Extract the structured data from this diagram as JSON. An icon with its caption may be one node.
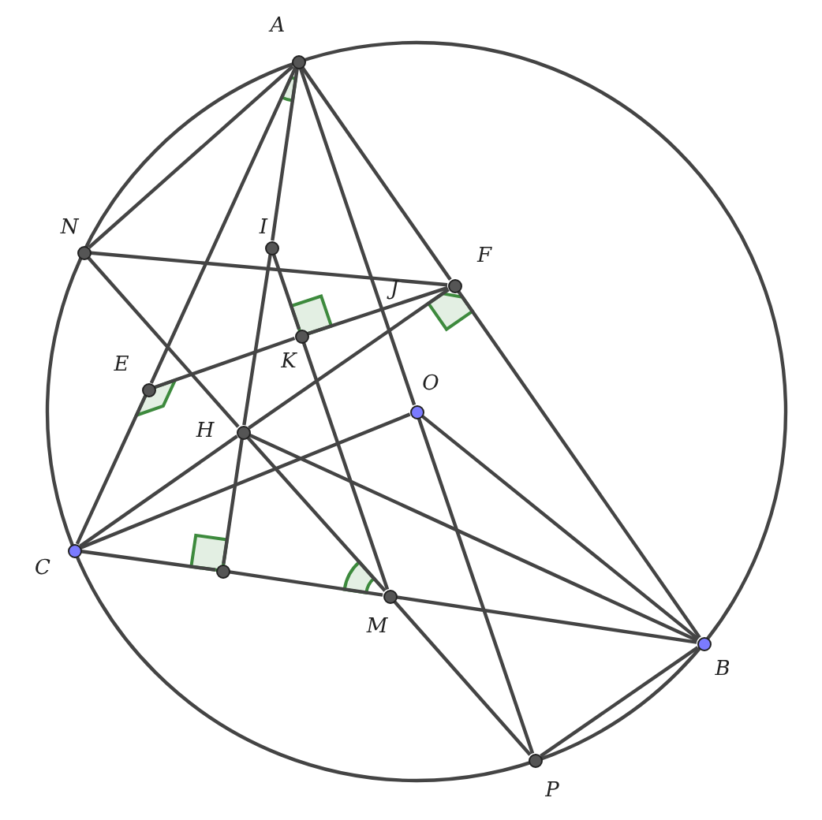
{
  "diagram": {
    "nodes": [
      {
        "text": [],
        "shape": "circle",
        "beside": [
          "A"
        ]
      },
      {
        "text": [],
        "shape": "circle",
        "beside": [
          "N"
        ]
      },
      {
        "text": [],
        "shape": "circle",
        "beside": [
          "I"
        ]
      },
      {
        "text": [],
        "shape": "circle",
        "beside": [
          "F"
        ]
      },
      {
        "text": [],
        "shape": "circle",
        "beside": [
          "E"
        ]
      },
      {
        "text": [],
        "shape": "circle",
        "beside": [
          "K"
        ]
      },
      {
        "text": [],
        "shape": "circle",
        "beside": [
          "O"
        ]
      },
      {
        "text": [],
        "shape": "circle",
        "beside": [
          "H"
        ]
      },
      {
        "text": [],
        "shape": "circle",
        "beside": [
          "C"
        ]
      },
      {
        "text": [],
        "shape": "circle"
      },
      {
        "text": [],
        "shape": "circle",
        "beside": [
          "M"
        ]
      },
      {
        "text": [],
        "shape": "circle",
        "beside": [
          "B"
        ]
      },
      {
        "text": [],
        "shape": "circle",
        "beside": [
          "P"
        ]
      }
    ],
    "edges": [
      {
        "from": 0,
        "to": 1,
        "arrow": "none"
      },
      {
        "from": 0,
        "to": 4,
        "arrow": "none"
      },
      {
        "from": 4,
        "to": 8,
        "arrow": "none"
      },
      {
        "from": 0,
        "to": 2,
        "arrow": "none"
      },
      {
        "from": 2,
        "to": 7,
        "arrow": "none"
      },
      {
        "from": 7,
        "to": 9,
        "arrow": "none"
      },
      {
        "from": 0,
        "to": 3,
        "arrow": "none"
      },
      {
        "from": 3,
        "to": 11,
        "arrow": "none"
      },
      {
        "from": 0,
        "to": 6,
        "arrow": "none"
      },
      {
        "from": 6,
        "to": 12,
        "arrow": "none"
      },
      {
        "from": 1,
        "to": 3,
        "arrow": "none"
      },
      {
        "from": 1,
        "to": 7,
        "arrow": "none"
      },
      {
        "from": 7,
        "to": 10,
        "arrow": "none"
      },
      {
        "from": 10,
        "to": 12,
        "arrow": "none"
      },
      {
        "from": 2,
        "to": 5,
        "arrow": "none"
      },
      {
        "from": 5,
        "to": 10,
        "arrow": "none"
      },
      {
        "from": 4,
        "to": 5,
        "arrow": "none"
      },
      {
        "from": 5,
        "to": 3,
        "arrow": "none"
      },
      {
        "from": 8,
        "to": 7,
        "arrow": "none"
      },
      {
        "from": 7,
        "to": 3,
        "arrow": "none"
      },
      {
        "from": 8,
        "to": 6,
        "arrow": "none"
      },
      {
        "from": 8,
        "to": 9,
        "arrow": "none"
      },
      {
        "from": 9,
        "to": 10,
        "arrow": "none"
      },
      {
        "from": 10,
        "to": 11,
        "arrow": "none"
      },
      {
        "from": 7,
        "to": 11,
        "arrow": "none"
      },
      {
        "from": 6,
        "to": 11,
        "arrow": "none"
      },
      {
        "from": 11,
        "to": 12,
        "arrow": "none"
      }
    ],
    "labels": [
      "J"
    ]
  }
}
